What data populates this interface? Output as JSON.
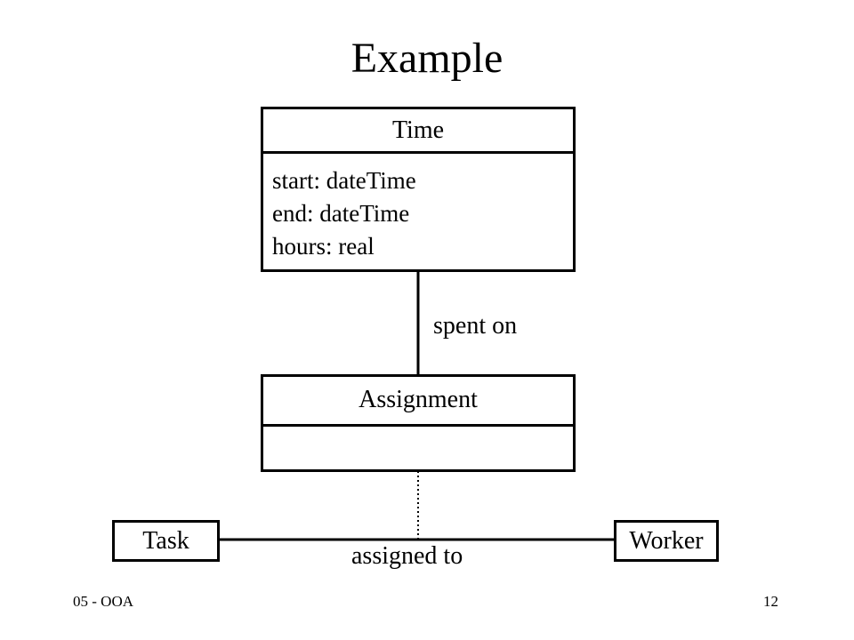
{
  "title": "Example",
  "classes": {
    "time": {
      "name": "Time",
      "attributes": [
        "start: dateTime",
        "end: dateTime",
        "hours: real"
      ]
    },
    "assignment": {
      "name": "Assignment"
    },
    "task": {
      "name": "Task"
    },
    "worker": {
      "name": "Worker"
    }
  },
  "associations": {
    "spent_on": "spent on",
    "assigned_to": "assigned to"
  },
  "footer": {
    "left": "05 - OOA",
    "right": "12"
  }
}
